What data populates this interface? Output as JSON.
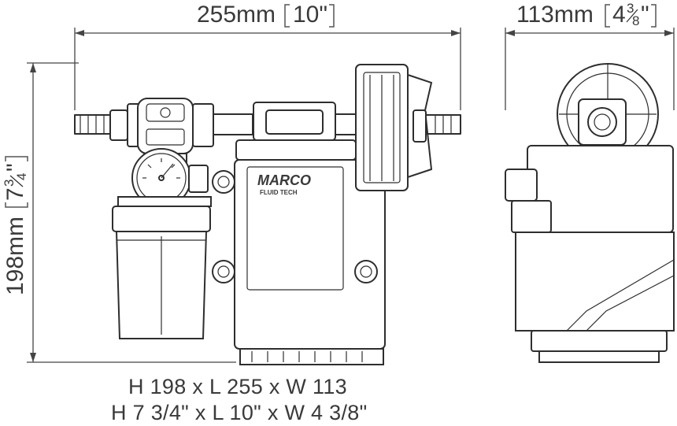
{
  "dimensions": {
    "length": {
      "metric": "255mm",
      "imperial": "10\""
    },
    "width": {
      "metric": "113mm",
      "imperial_whole": "4",
      "imperial_num": "3",
      "imperial_den": "8",
      "imperial_suffix": "\""
    },
    "height": {
      "metric": "198mm",
      "imperial_whole": "7",
      "imperial_num": "3",
      "imperial_den": "4",
      "imperial_suffix": "\""
    }
  },
  "summary": {
    "metric": "H 198 x L 255 x W 113",
    "imperial": "H 7 3/4\" x L 10\" x W 4 3/8\""
  },
  "brand": {
    "name": "MARCO",
    "tagline": "FLUID TECH"
  }
}
